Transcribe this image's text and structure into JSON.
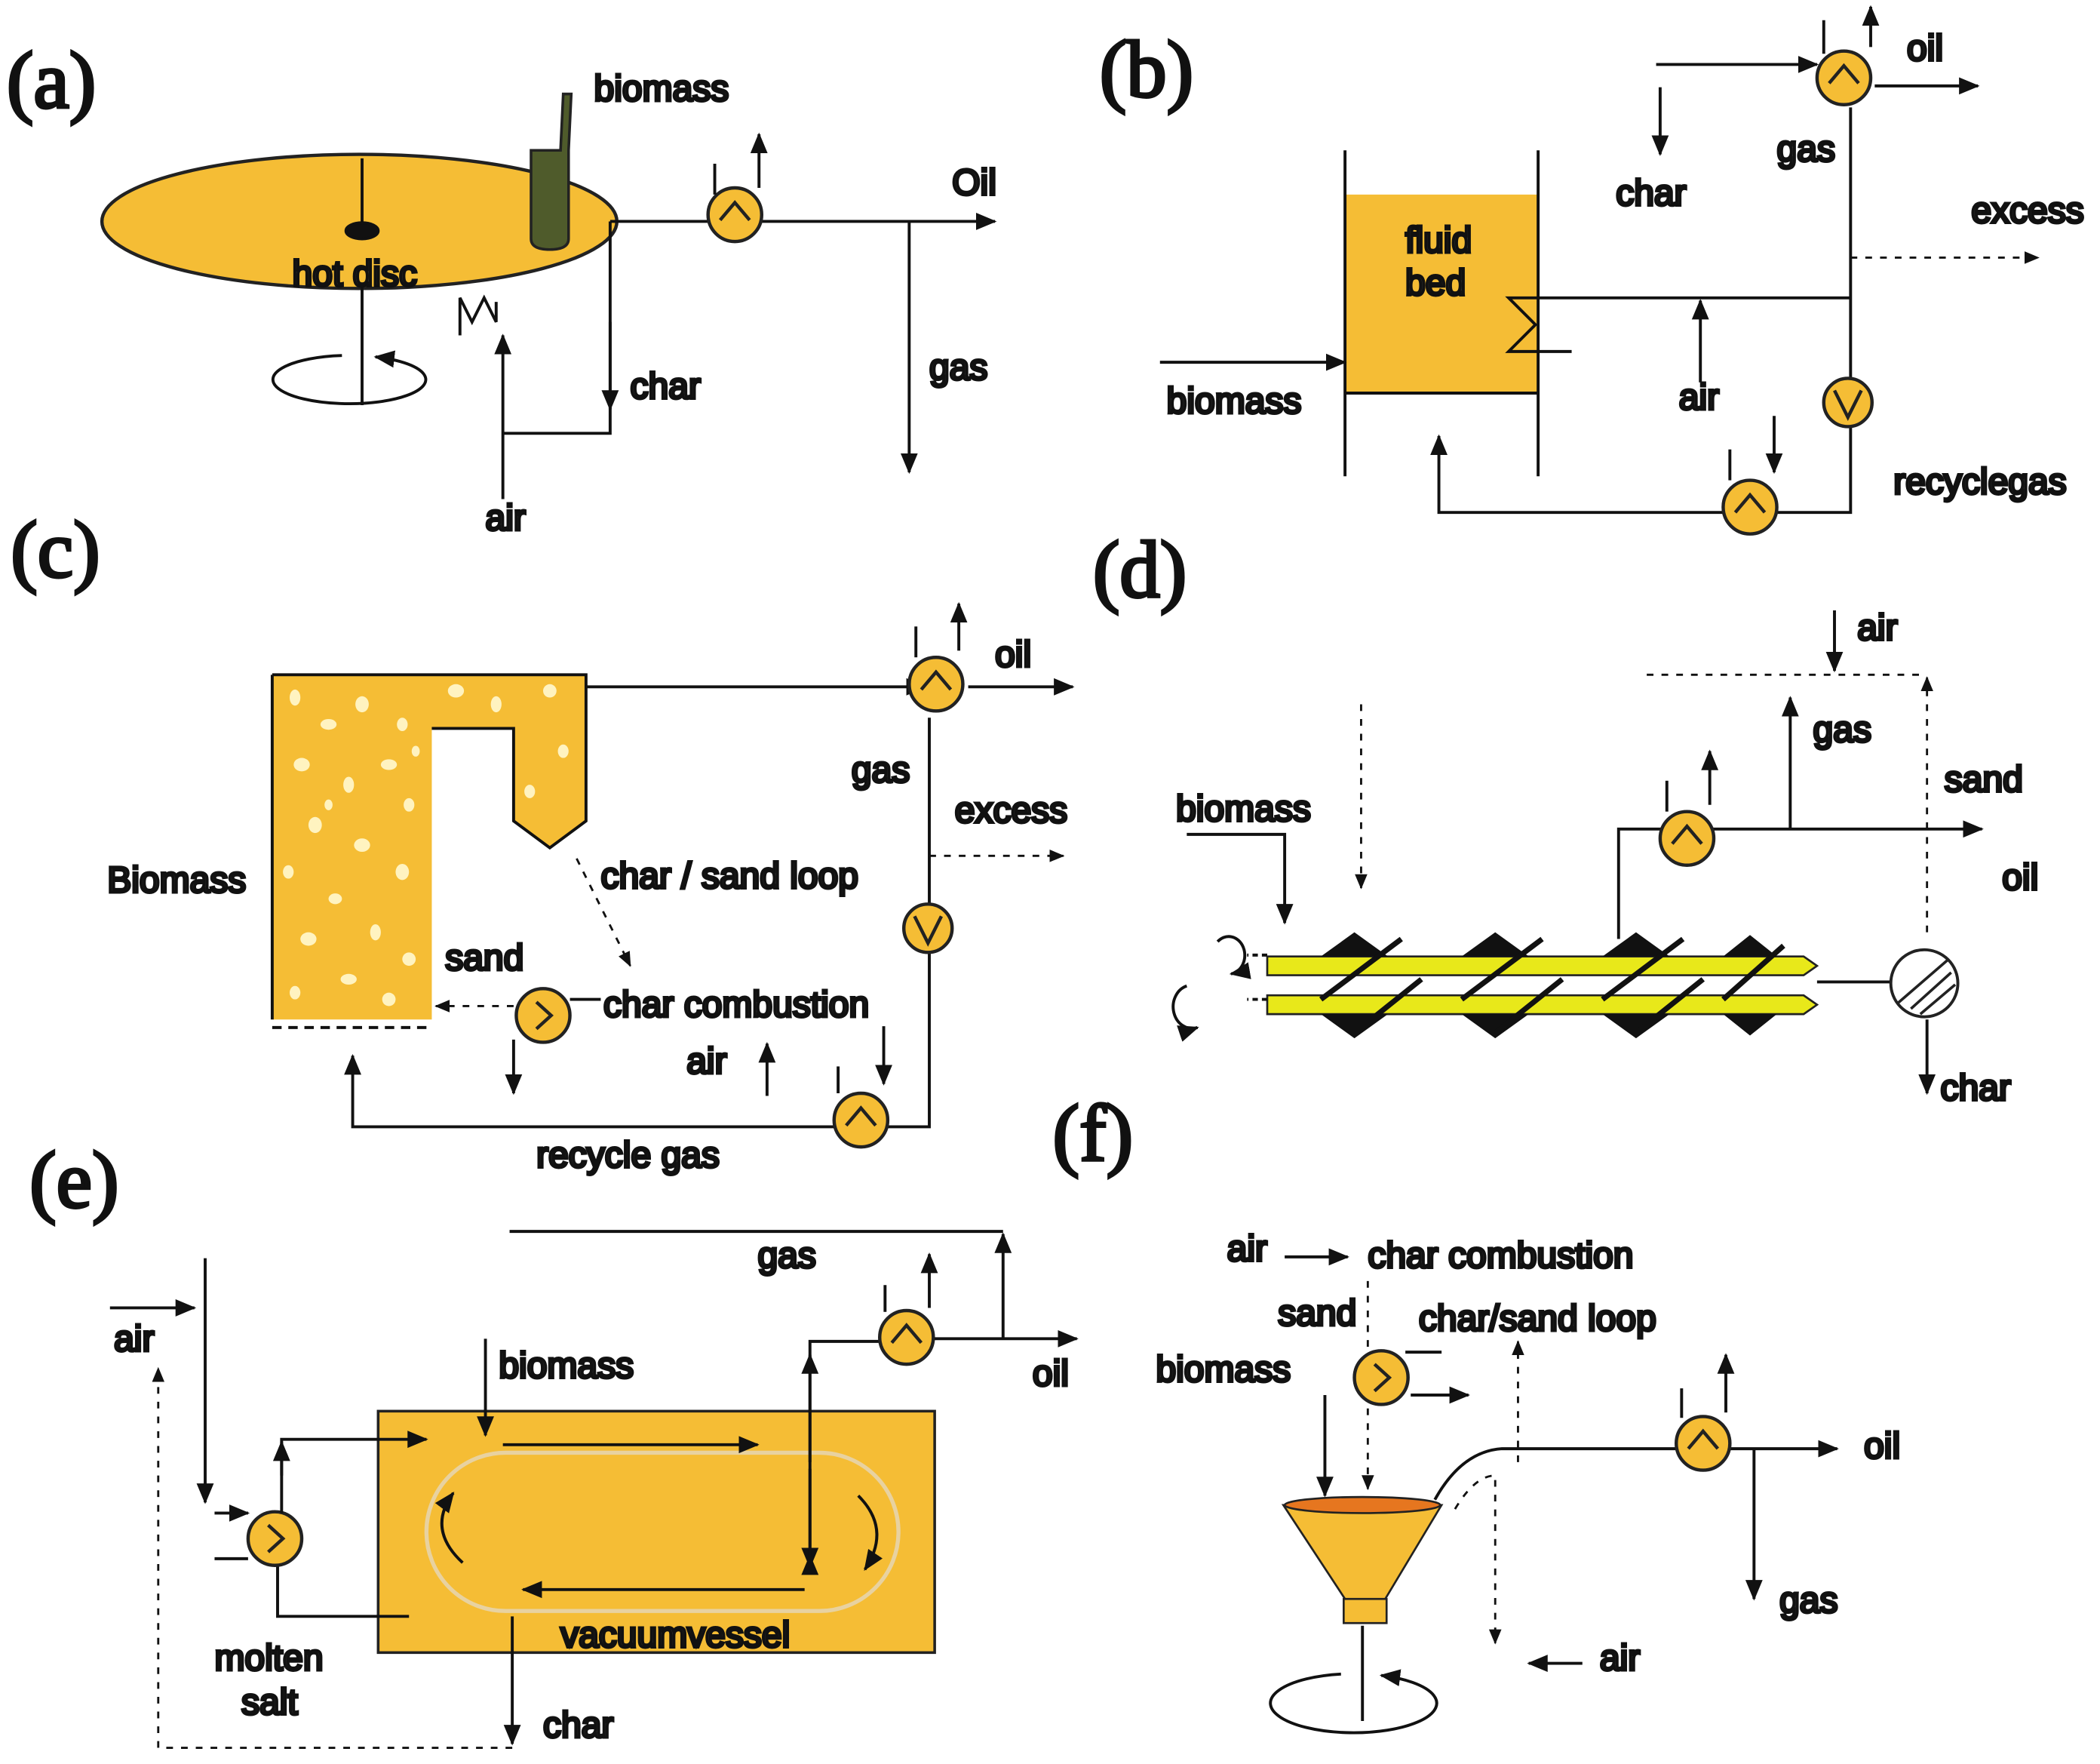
{
  "colors": {
    "fill": "#f5bd35",
    "line": "#111111",
    "screw": "#e8e81a",
    "tube": "#4f5b2b"
  },
  "panels": {
    "a": {
      "tag": "(a)",
      "biomass": "biomass",
      "oil": "Oil",
      "disc": "hot disc",
      "char": "char",
      "gas": "gas",
      "air": "air"
    },
    "b": {
      "tag": "(b)",
      "oil": "oil",
      "gas": "gas",
      "char": "char",
      "excess": "excess",
      "bed_line1": "fluid",
      "bed_line2": "bed",
      "biomass": "biomass",
      "air": "air",
      "recycle": "recyclegas"
    },
    "c": {
      "tag": "(c)",
      "oil": "oil",
      "gas": "gas",
      "excess": "excess",
      "loop": "char / sand loop",
      "biomass": "Biomass",
      "sand": "sand",
      "combustion": "char combustion",
      "air": "air",
      "recycle": "recycle gas"
    },
    "d": {
      "tag": "(d)",
      "air": "air",
      "gas": "gas",
      "sand": "sand",
      "biomass": "biomass",
      "oil": "oil",
      "char": "char"
    },
    "e": {
      "tag": "(e)",
      "gas": "gas",
      "air": "air",
      "biomass": "biomass",
      "oil": "oil",
      "vessel": "vacuumvessel",
      "salt_line1": "molten",
      "salt_line2": "salt",
      "char": "char"
    },
    "f": {
      "tag": "(f)",
      "air_top": "air",
      "combustion": "char combustion",
      "sand": "sand",
      "loop": "char/sand loop",
      "biomass": "biomass",
      "oil": "oil",
      "gas": "gas",
      "air_bottom": "air"
    }
  }
}
